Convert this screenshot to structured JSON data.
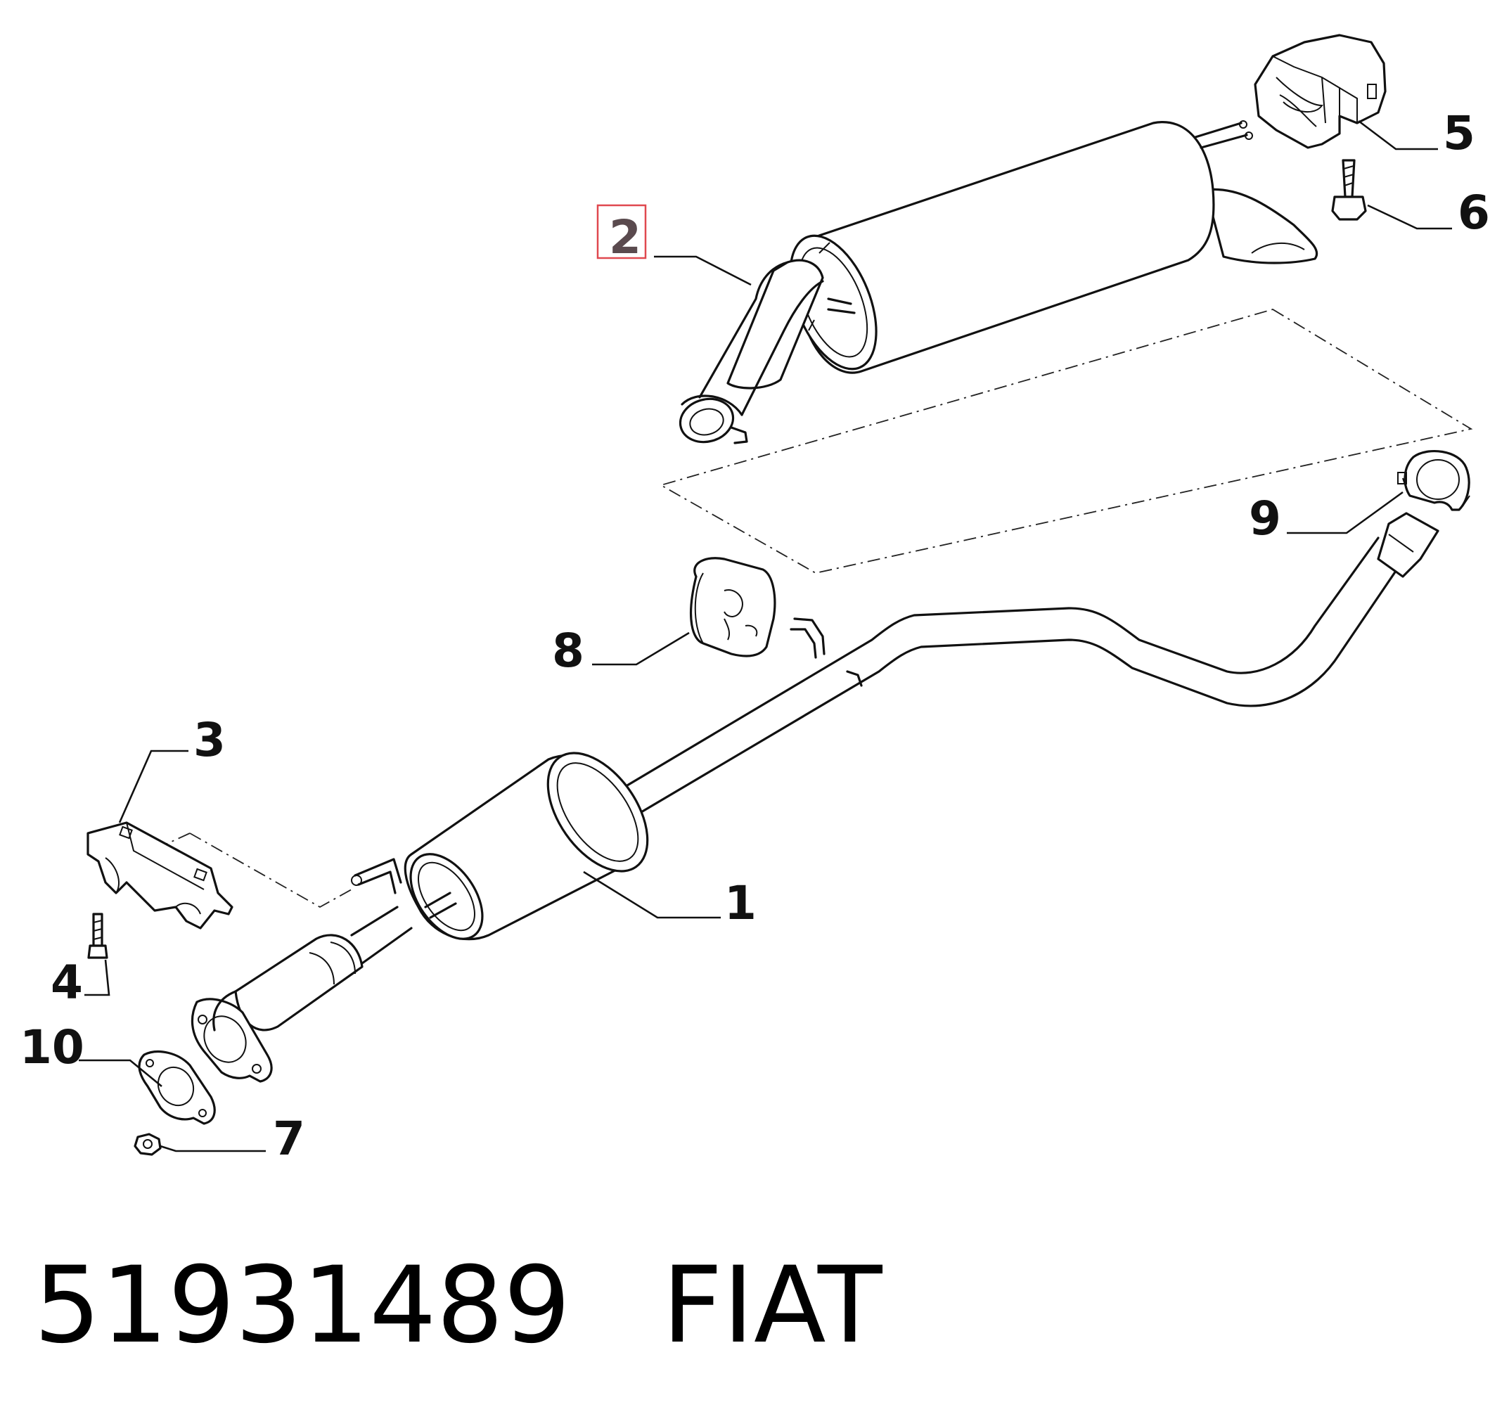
{
  "diagram": {
    "callouts": {
      "c1": "1",
      "c2": "2",
      "c3": "3",
      "c4": "4",
      "c5": "5",
      "c6": "6",
      "c7": "7",
      "c8": "8",
      "c9": "9",
      "c10": "10"
    },
    "highlighted_callout": "2",
    "highlight_color": "#e0484f",
    "line_color": "#111111"
  },
  "caption": {
    "part_number": "51931489",
    "brand": "FIAT"
  }
}
